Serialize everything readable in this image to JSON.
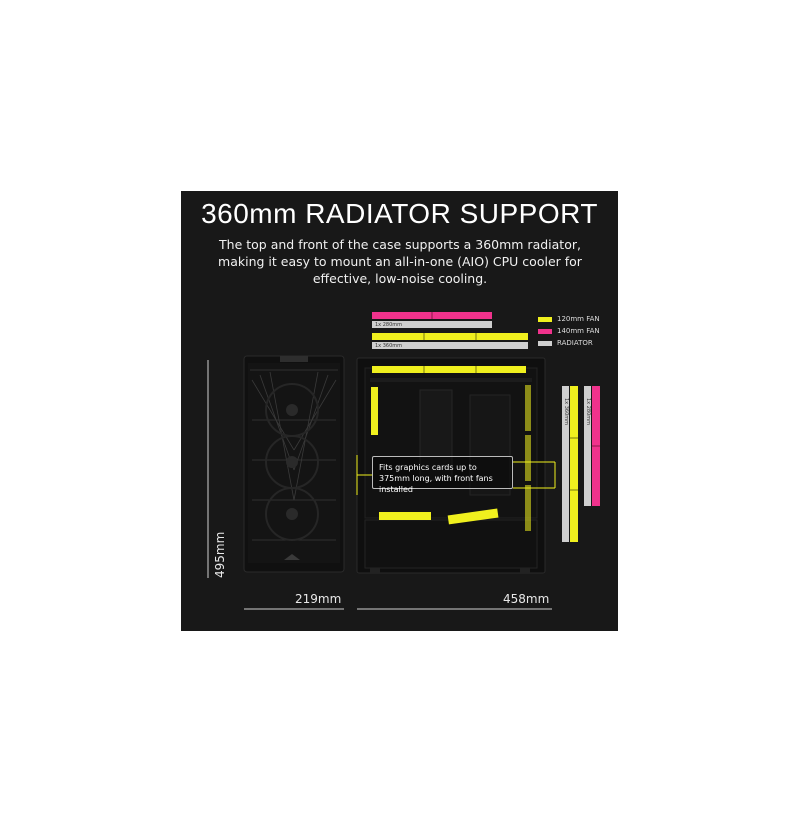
{
  "title": "360mm RADIATOR SUPPORT",
  "subtitle": "The top and front of the case supports a 360mm radiator, making it easy to mount an all-in-one (AIO) CPU cooler for effective, low-noise cooling.",
  "legend": [
    {
      "label": "120mm FAN",
      "color": "#f0f01e"
    },
    {
      "label": "140mm FAN",
      "color": "#f0328c"
    },
    {
      "label": "RADIATOR",
      "color": "#cfcfcf"
    }
  ],
  "top_labels": {
    "top_280": "1x 280mm",
    "top_360": "1x 360mm"
  },
  "side_labels": {
    "front_360": "1x 360mm",
    "front_280": "1x 280mm"
  },
  "callout": "Fits graphics cards up to 375mm long, with front fans installed",
  "dimensions": {
    "height": "495mm",
    "width": "219mm",
    "depth": "458mm"
  },
  "colors": {
    "fan120": "#f0f01e",
    "fan140": "#f0328c",
    "radiator": "#cfcfcf",
    "panel": "#181818"
  }
}
